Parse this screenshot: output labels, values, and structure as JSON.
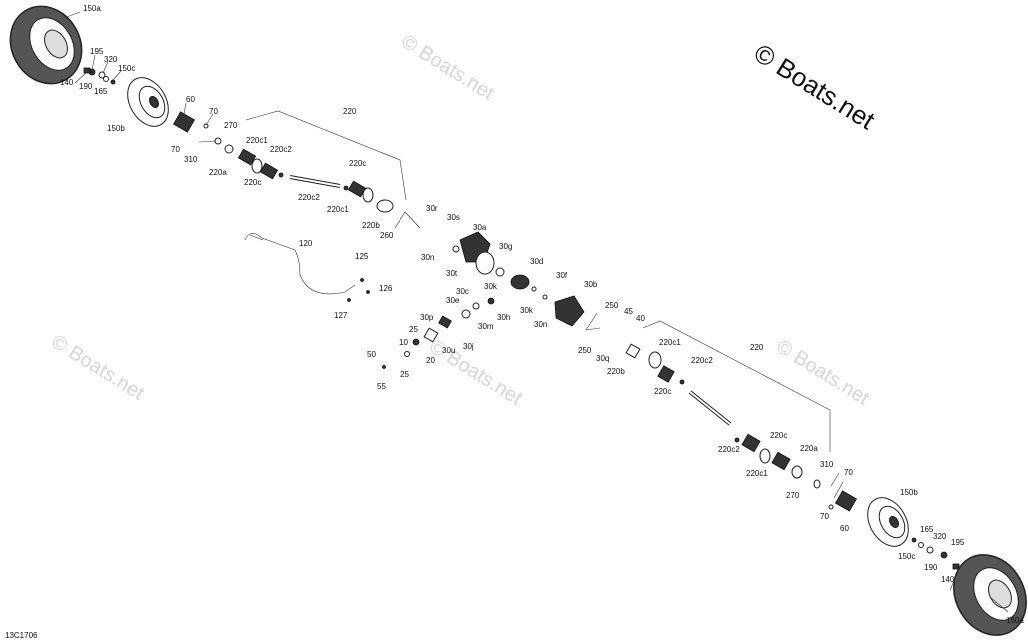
{
  "copyright": "© Boats.net",
  "watermark": "© Boats.net",
  "diagram_code": "13C1706",
  "labels": [
    "150a",
    "195",
    "320",
    "150c",
    "140",
    "190",
    "165",
    "150b",
    "60",
    "70",
    "270",
    "310",
    "70",
    "220",
    "220c1",
    "220c2",
    "220a",
    "220c",
    "220c",
    "220c2",
    "220c1",
    "220b",
    "260",
    "30r",
    "30s",
    "30a",
    "30n",
    "30g",
    "30t",
    "30k",
    "30d",
    "30f",
    "30b",
    "30c",
    "30e",
    "30h",
    "30m",
    "30k",
    "30n",
    "250",
    "45",
    "40",
    "250",
    "30p",
    "25",
    "30u",
    "30j",
    "10",
    "20",
    "50",
    "25",
    "55",
    "120",
    "125",
    "126",
    "127",
    "30q",
    "220b",
    "220c1",
    "220c2",
    "220c",
    "220",
    "220c",
    "220c2",
    "220a",
    "220c1",
    "270",
    "310",
    "70",
    "70",
    "60",
    "150b",
    "165",
    "320",
    "195",
    "150c",
    "190",
    "140",
    "150a"
  ],
  "icons": [
    "tire-icon",
    "rim-icon",
    "hub-icon",
    "axle-shaft-icon",
    "boot-icon",
    "differential-housing-icon",
    "bolt-icon",
    "washer-icon",
    "clip-icon",
    "cable-icon"
  ]
}
